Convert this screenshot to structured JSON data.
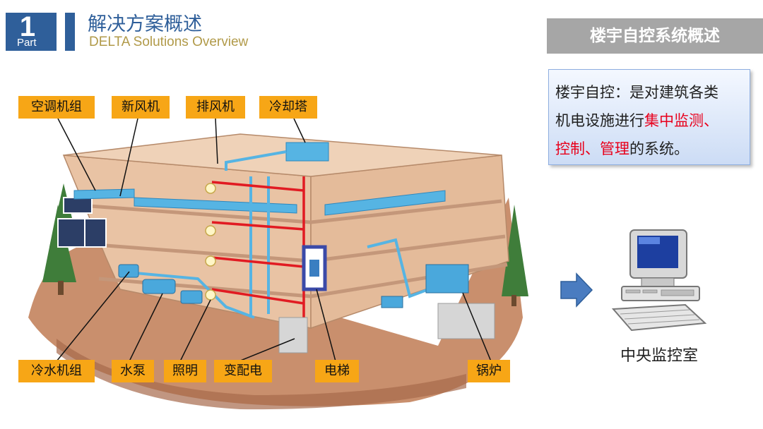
{
  "header": {
    "part_number": "1",
    "part_word": "Part",
    "title_zh": "解决方案概述",
    "title_en": "DELTA Solutions Overview"
  },
  "section_banner": "楼宇自控系统概述",
  "definition": {
    "line1": "楼宇自控：是对建筑各类",
    "line2_plain": "机电设施进行",
    "line2_red": "集中监测、",
    "line3_red": "控制、管理",
    "line3_plain": "的系统。"
  },
  "labels": {
    "ac_unit": "空调机组",
    "fresh_air": "新风机",
    "exhaust_fan": "排风机",
    "cooling_tower": "冷却塔",
    "chiller": "冷水机组",
    "pump": "水泵",
    "lighting": "照明",
    "power": "变配电",
    "elevator": "电梯",
    "boiler": "锅炉"
  },
  "control_room": "中央监控室",
  "colors": {
    "brand_blue": "#2f5f9a",
    "gold": "#b19a49",
    "label_orange": "#f7a616",
    "highlight_red": "#e8001c",
    "banner_gray": "#a6a6a6"
  },
  "icons": [
    "arrow-right-icon",
    "computer-icon"
  ]
}
